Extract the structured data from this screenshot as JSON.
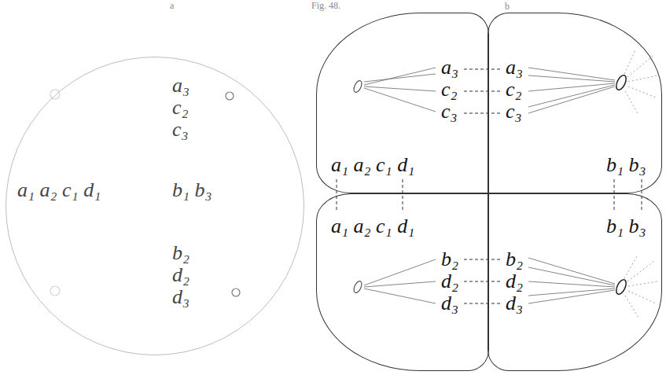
{
  "diagram": {
    "nodes": [
      {
        "text": [
          "a₃",
          "c₂",
          "c₃",
          "a₁ a₂ c₁ d₁",
          "b₁ b₃",
          "b₂",
          "d₂",
          "d₃"
        ]
      },
      {
        "text": [
          "a₃",
          "c₂",
          "c₃",
          "a₁ a₂ c₁ d₁"
        ]
      },
      {
        "text": [
          "a₃",
          "c₂",
          "c₃",
          "b₁ b₃"
        ]
      },
      {
        "text": [
          "a₁ a₂ c₁ d₁",
          "b₂",
          "d₂",
          "d₃"
        ]
      },
      {
        "text": [
          "b₁ b₃",
          "b₂",
          "d₂",
          "d₃"
        ]
      }
    ],
    "labels": [
      "a",
      "Fig. 48.",
      "b"
    ]
  }
}
